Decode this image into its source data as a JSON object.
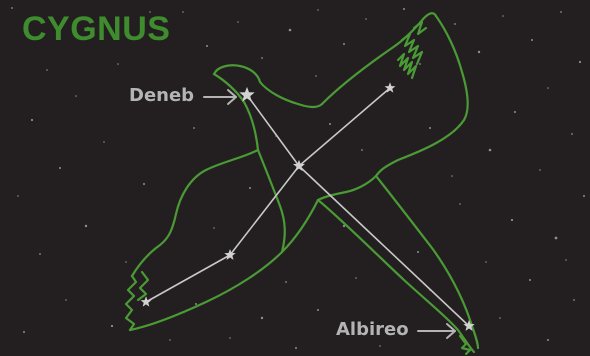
{
  "title": "CYGNUS",
  "labels": {
    "deneb": "Deneb",
    "albireo": "Albireo"
  },
  "colors": {
    "background": "#231f20",
    "title": "#3f8c2e",
    "outline": "#4a9a36",
    "constellation_lines": "#c8c8c8",
    "stars": "#d2d2d2",
    "label_text": "#b4b4b4",
    "arrows": "#b4b4b4"
  }
}
